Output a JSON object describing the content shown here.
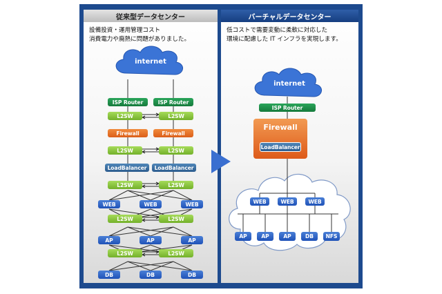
{
  "left": {
    "title": "従来型データセンター",
    "desc": [
      "設備投資・運用管理コスト",
      "消費電力や廃熱に問題がありました。"
    ],
    "cloud": "internet",
    "rows": [
      {
        "kind": "isp",
        "labels": [
          "ISP Router",
          "ISP Router"
        ]
      },
      {
        "kind": "l2sw",
        "labels": [
          "L2SW",
          "L2SW"
        ]
      },
      {
        "kind": "fw",
        "labels": [
          "Firewall",
          "Firewall"
        ]
      },
      {
        "kind": "l2sw",
        "labels": [
          "L2SW",
          "L2SW"
        ]
      },
      {
        "kind": "lb",
        "labels": [
          "LoadBalancer",
          "LoadBalancer"
        ]
      },
      {
        "kind": "l2sw",
        "labels": [
          "L2SW",
          "L2SW"
        ]
      },
      {
        "kind": "web",
        "labels": [
          "WEB",
          "WEB",
          "WEB"
        ]
      },
      {
        "kind": "l2sw",
        "labels": [
          "L2SW",
          "L2SW"
        ]
      },
      {
        "kind": "ap",
        "labels": [
          "AP",
          "AP",
          "AP"
        ]
      },
      {
        "kind": "l2sw",
        "labels": [
          "L2SW",
          "L2SW"
        ]
      },
      {
        "kind": "db",
        "labels": [
          "DB",
          "DB",
          "DB"
        ]
      }
    ]
  },
  "right": {
    "title": "バーチャルデータセンター",
    "desc": [
      "低コストで需要変動に柔軟に対応した",
      "環境に配慮した IT インフラを実現します。"
    ],
    "cloud": "internet",
    "isp": "ISP Router",
    "firewall": "Firewall",
    "lb": "LoadBalancer",
    "web": [
      "WEB",
      "WEB",
      "WEB"
    ],
    "servers": [
      "AP",
      "AP",
      "AP",
      "DB",
      "NFS"
    ]
  }
}
